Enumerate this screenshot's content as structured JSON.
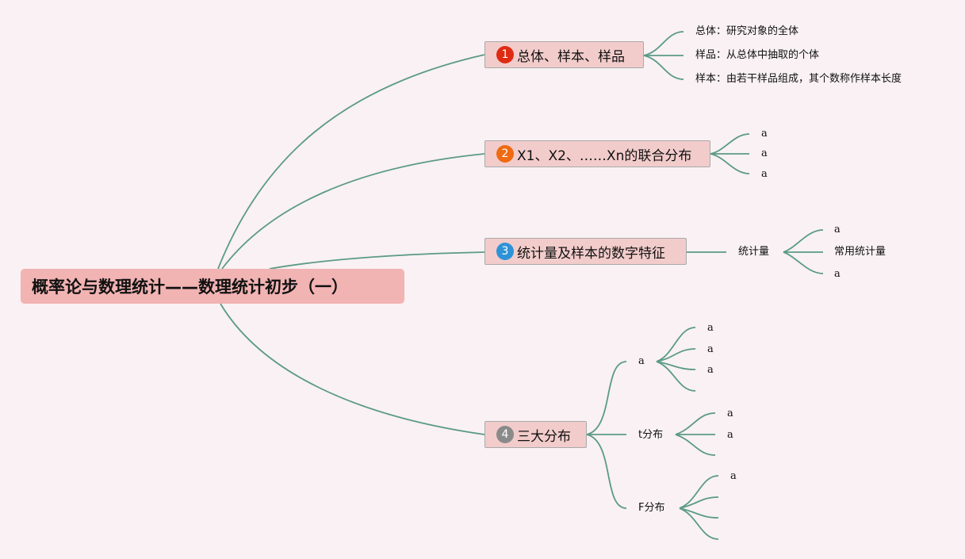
{
  "central": "概率论与数理统计——数理统计初步（一）",
  "colors": {
    "background": "#f9f1f3",
    "line": "#5b9a85",
    "root_fill": "#f2b3b3",
    "topic_fill": "#f2cccb",
    "topic_border": "#a9a9a9"
  },
  "topics": [
    {
      "marker": "1",
      "marker_color": "#e02b13",
      "label": "总体、样本、样品",
      "children": [
        {
          "label": "总体：研究对象的全体"
        },
        {
          "label": "样品：从总体中抽取的个体"
        },
        {
          "label": "样本：由若干样品组成，其个数称作样本长度"
        }
      ]
    },
    {
      "marker": "2",
      "marker_color": "#ef6a12",
      "label": "X1、X2、……Xn的联合分布",
      "children": [
        {
          "label": "a"
        },
        {
          "label": "a"
        },
        {
          "label": "a"
        }
      ]
    },
    {
      "marker": "3",
      "marker_color": "#2e93d6",
      "label": "统计量及样本的数字特征",
      "children": [
        {
          "label": "统计量",
          "children": [
            {
              "label": "a"
            },
            {
              "label": "常用统计量"
            },
            {
              "label": "a"
            }
          ]
        }
      ]
    },
    {
      "marker": "4",
      "marker_color": "#8a8a8a",
      "label": "三大分布",
      "children": [
        {
          "label": "a",
          "children": [
            {
              "label": "a"
            },
            {
              "label": "a"
            },
            {
              "label": "a"
            },
            {
              "label": ""
            }
          ]
        },
        {
          "label": "t分布",
          "children": [
            {
              "label": "a"
            },
            {
              "label": "a"
            },
            {
              "label": ""
            }
          ]
        },
        {
          "label": "F分布",
          "children": [
            {
              "label": "a"
            },
            {
              "label": ""
            },
            {
              "label": ""
            },
            {
              "label": ""
            }
          ]
        }
      ]
    }
  ]
}
